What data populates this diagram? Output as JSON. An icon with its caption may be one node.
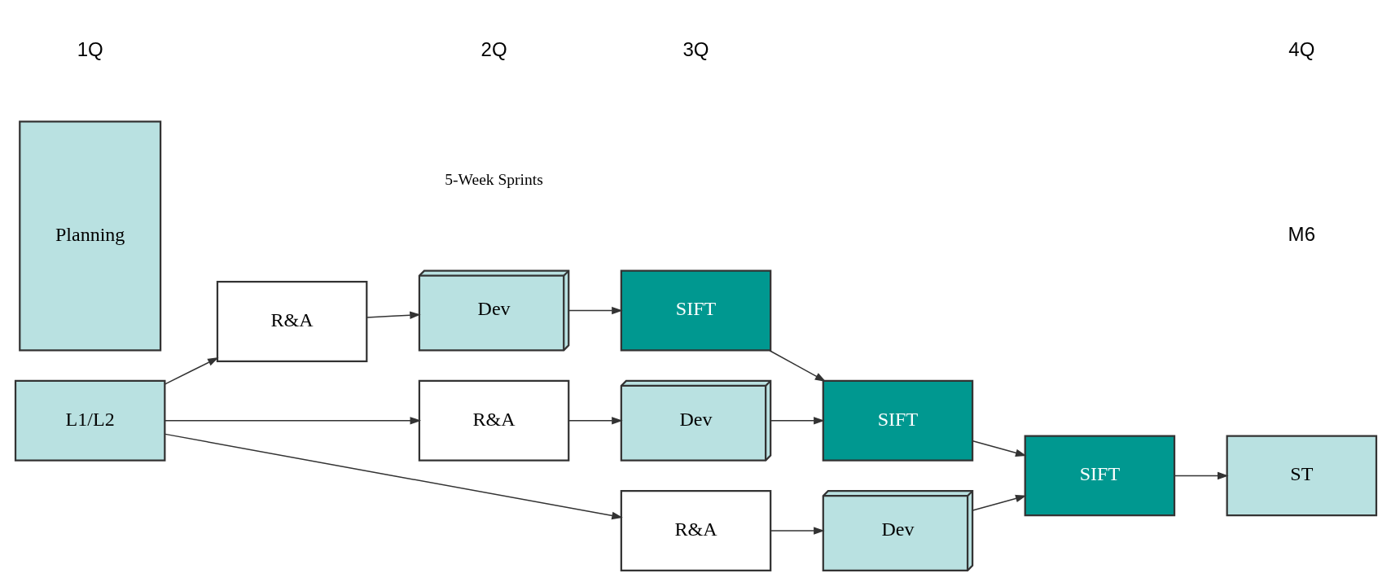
{
  "diagram": {
    "nodes": [
      {
        "text": [
          "L1/L2"
        ]
      },
      {
        "text": [
          "Planning"
        ]
      },
      {
        "text": [
          "R&A"
        ]
      },
      {
        "text": [
          "Dev"
        ]
      },
      {
        "text": [
          "SIFT"
        ]
      },
      {
        "text": [
          "R&A"
        ]
      },
      {
        "text": [
          "Dev"
        ]
      },
      {
        "text": [
          "SIFT"
        ]
      },
      {
        "text": [
          "R&A"
        ]
      },
      {
        "text": [
          "Dev"
        ]
      },
      {
        "text": [
          "SIFT"
        ]
      },
      {
        "text": [
          "ST"
        ]
      }
    ],
    "edges": [
      {
        "from": 0,
        "to": 2,
        "arrow": "to"
      },
      {
        "from": 0,
        "to": 5,
        "arrow": "to"
      },
      {
        "from": 0,
        "to": 8,
        "arrow": "to"
      },
      {
        "from": 2,
        "to": 3,
        "arrow": "to"
      },
      {
        "from": 3,
        "to": 4,
        "arrow": "to"
      },
      {
        "from": 4,
        "to": 7,
        "arrow": "to"
      },
      {
        "from": 5,
        "to": 6,
        "arrow": "to"
      },
      {
        "from": 6,
        "to": 7,
        "arrow": "to"
      },
      {
        "from": 7,
        "to": 10,
        "arrow": "to"
      },
      {
        "from": 8,
        "to": 9,
        "arrow": "to"
      },
      {
        "from": 9,
        "to": 10,
        "arrow": "to"
      },
      {
        "from": 10,
        "to": 11,
        "arrow": "to"
      }
    ],
    "labels": [
      "5-Week Sprints",
      "M6",
      "1Q",
      "2Q",
      "3Q",
      "4Q"
    ]
  }
}
